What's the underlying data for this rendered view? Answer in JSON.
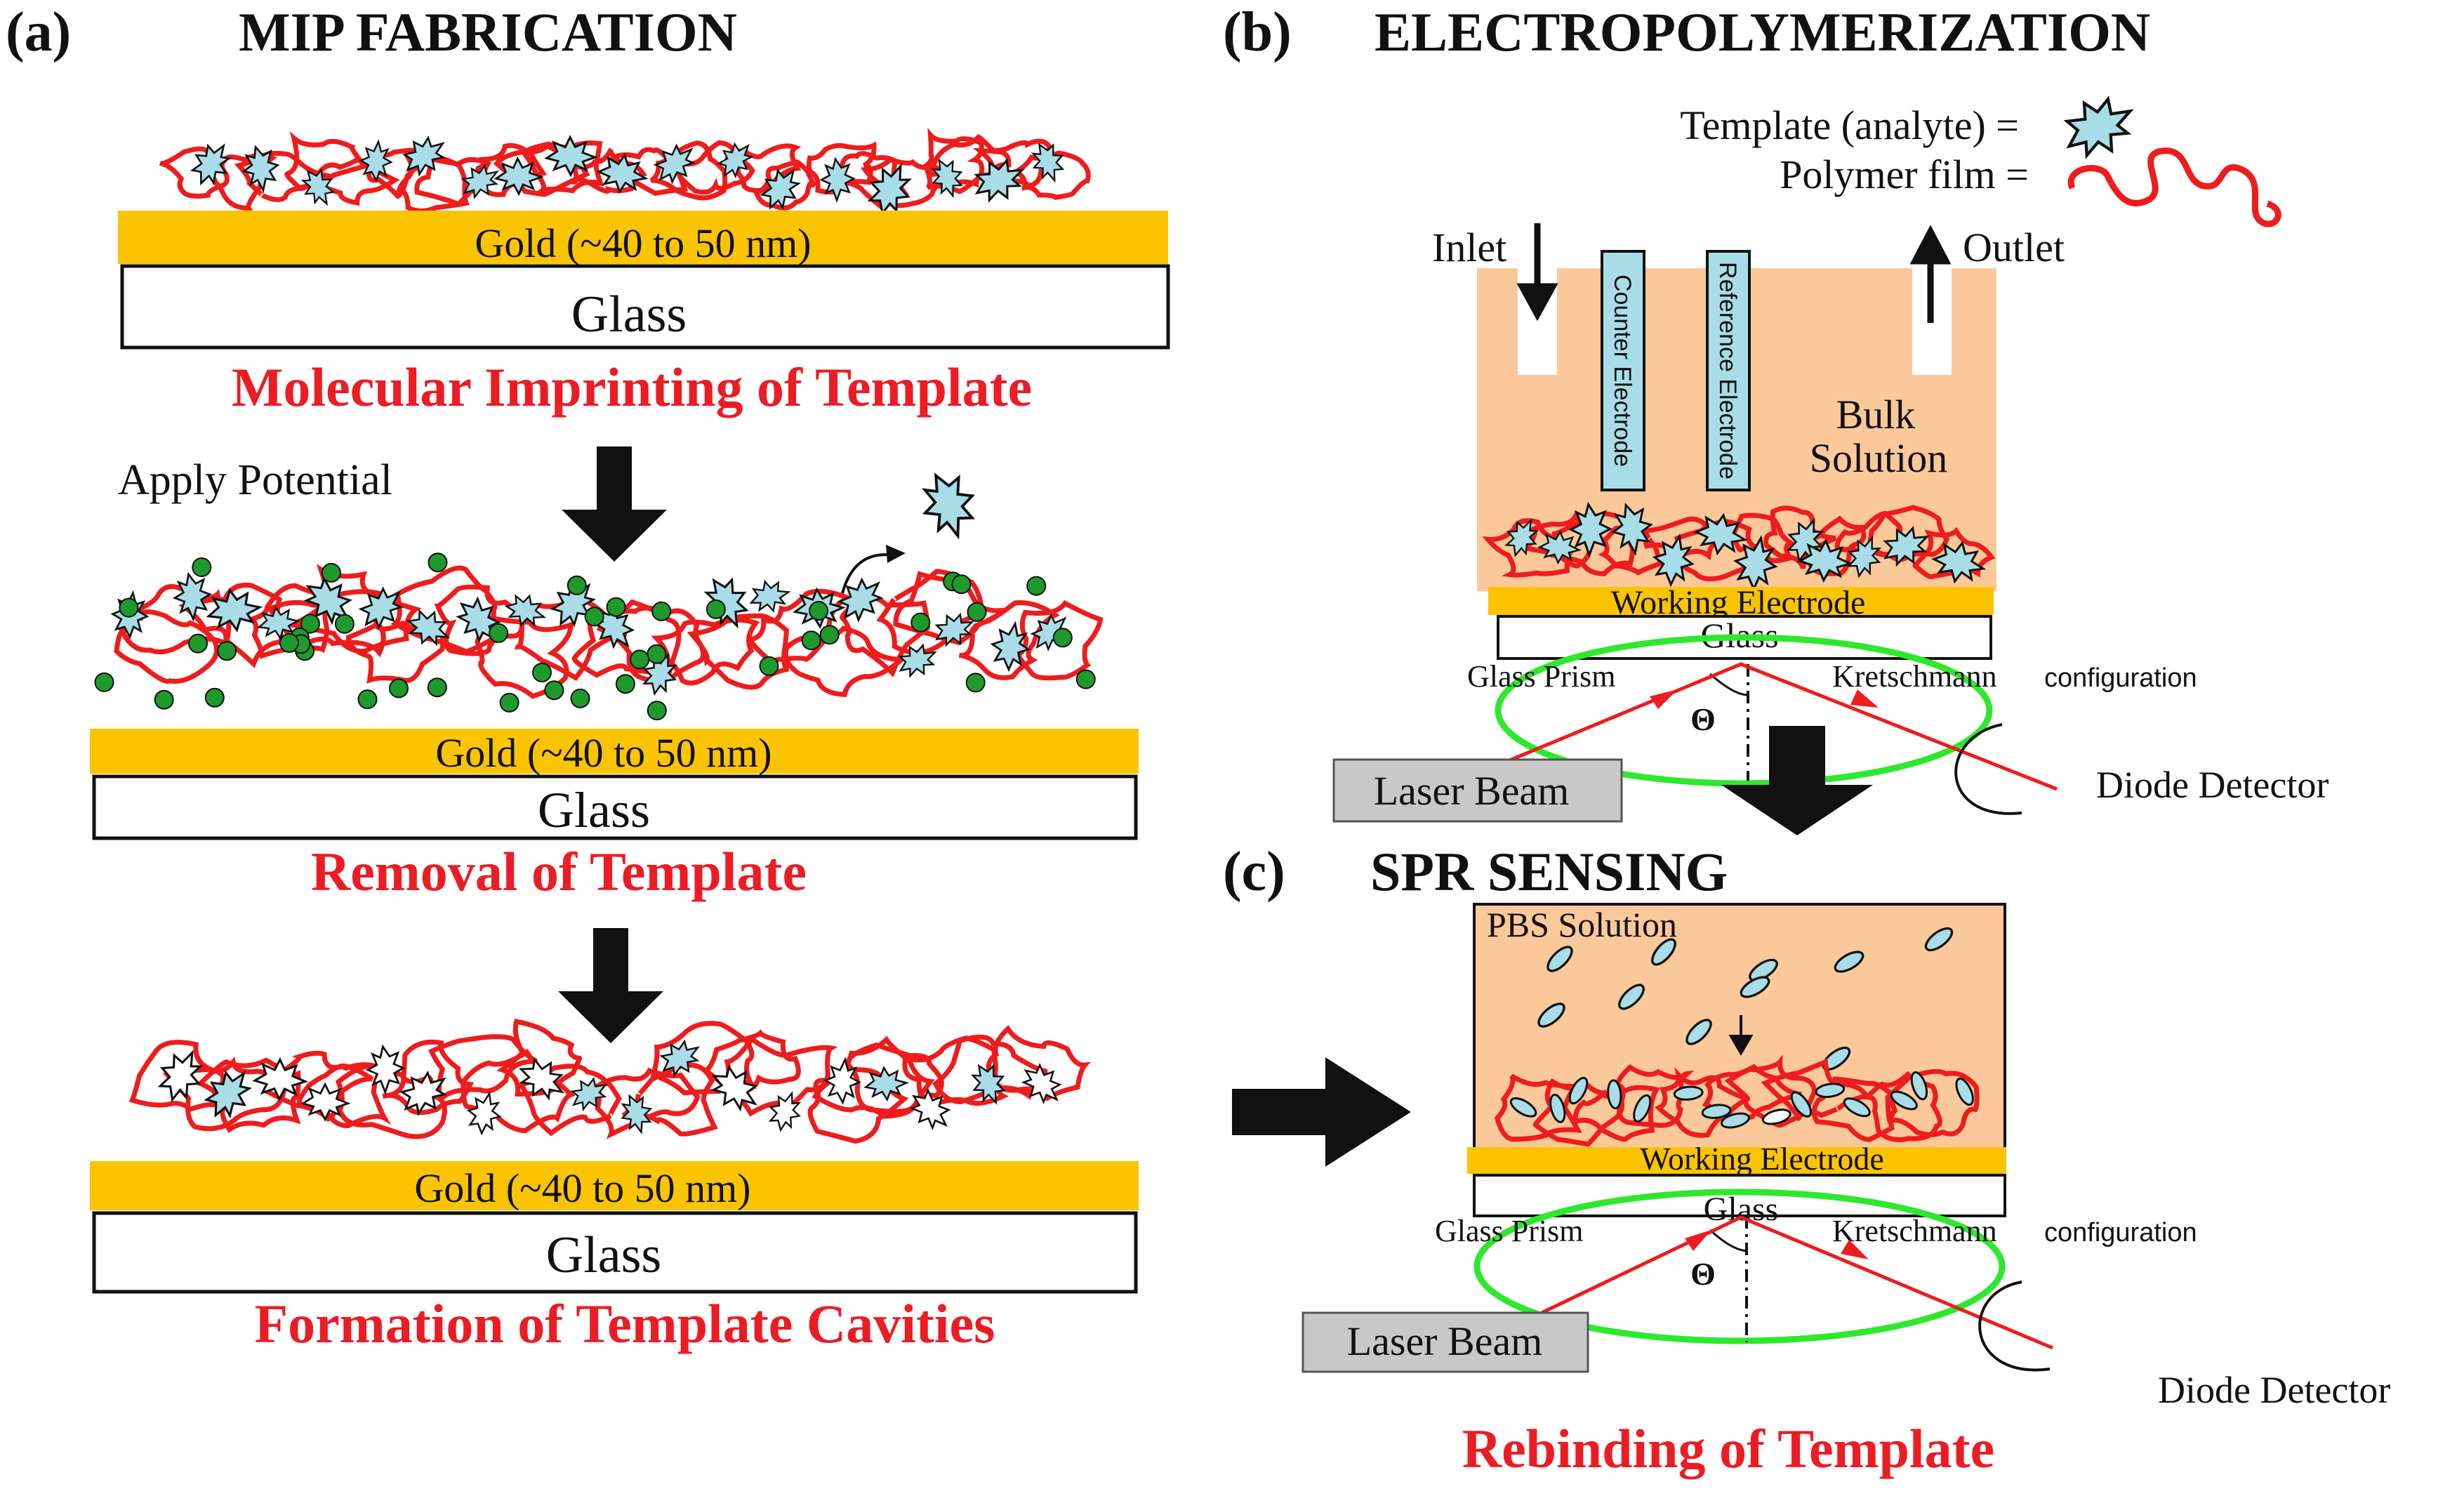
{
  "colors": {
    "polymer": "#ee1c1c",
    "template": "#a8dde8",
    "gold": "#fbc400",
    "solution": "#fbc89a",
    "probe": "#1e9a2c",
    "ring": "#2ee82e",
    "beam": "#ee1c1c",
    "caption": "#ec1c24",
    "laserBox": "#c8c8c8"
  },
  "panel_a": {
    "letter": "(a)",
    "title": "MIP  FABRICATION",
    "gold_label": "Gold (~40 to 50 nm)",
    "glass_label": "Glass",
    "caption_1": "Molecular Imprinting of Template",
    "apply_potential": "Apply Potential",
    "caption_2": "Removal of Template",
    "caption_3": "Formation of Template Cavities"
  },
  "panel_b": {
    "letter": "(b)",
    "title": "ELECTROPOLYMERIZATION",
    "legend_template": "Template (analyte) =",
    "legend_polymer": "Polymer film =",
    "inlet": "Inlet",
    "outlet": "Outlet",
    "counter_electrode": "Counter Electrode",
    "reference_electrode": "Reference Electrode",
    "bulk_solution_1": "Bulk",
    "bulk_solution_2": "Solution",
    "working_electrode": "Working Electrode",
    "glass": "Glass",
    "glass_prism": "Glass Prism",
    "kretschmann": "Kretschmann",
    "configuration": "configuration",
    "theta": "Θ",
    "laser_beam": "Laser Beam",
    "diode_detector": "Diode Detector"
  },
  "panel_c": {
    "letter": "(c)",
    "title": "SPR SENSING",
    "pbs_solution": "PBS Solution",
    "working_electrode": "Working Electrode",
    "glass": "Glass",
    "glass_prism": "Glass Prism",
    "kretschmann": "Kretschmann",
    "configuration": "configuration",
    "theta": "Θ",
    "laser_beam": "Laser Beam",
    "diode_detector": "Diode Detector",
    "caption": "Rebinding of Template"
  }
}
